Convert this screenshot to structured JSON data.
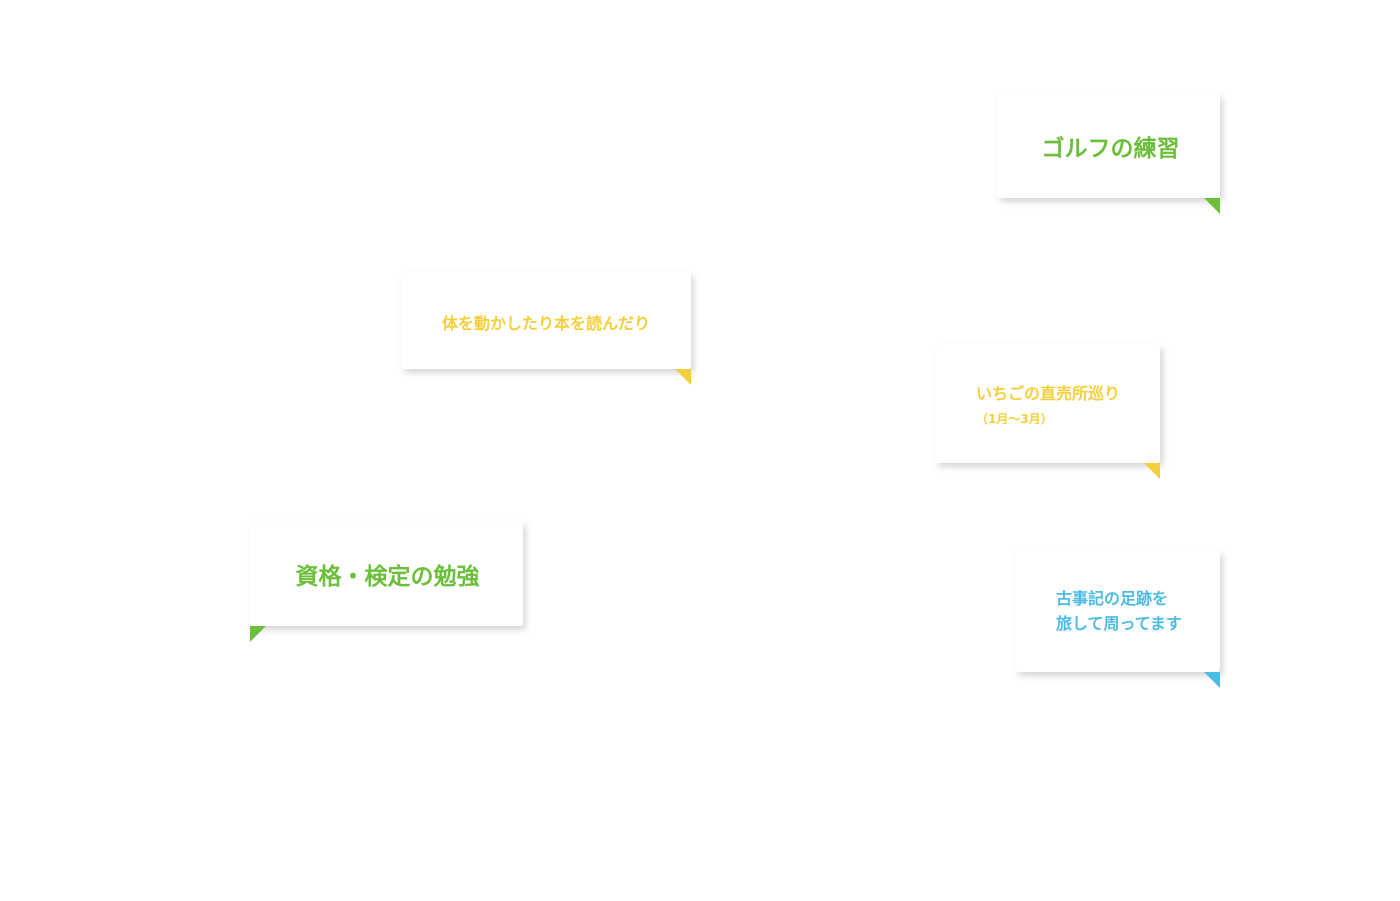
{
  "colors": {
    "green": "#6cbf3b",
    "yellow": "#f5cf3a",
    "blue": "#4cbce6"
  },
  "bubbles": {
    "golf": {
      "text": "ゴルフの練習"
    },
    "body_reading": {
      "text": "体を動かしたり本を読んだり"
    },
    "strawberry": {
      "text": "いちごの直売所巡り",
      "subtext": "（1月〜3月）"
    },
    "study": {
      "text": "資格・検定の勉強"
    },
    "kojiki": {
      "line1": "古事記の足跡を",
      "line2": "旅して周ってます"
    }
  }
}
